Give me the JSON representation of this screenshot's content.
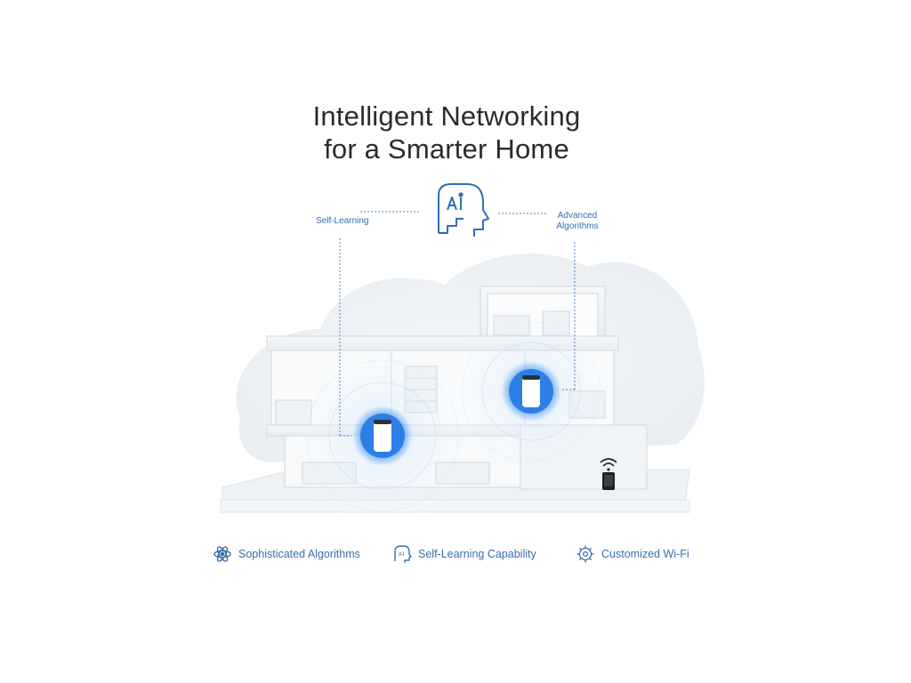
{
  "title": {
    "line1": "Intelligent Networking",
    "line2": "for a Smarter Home"
  },
  "callouts": {
    "left": "Self-Learning",
    "right_line1": "Advanced",
    "right_line2": "Algorithms"
  },
  "ai_badge": {
    "icon": "ai-head-icon",
    "text": "AI"
  },
  "features": [
    {
      "icon": "atom-icon",
      "label": "Sophisticated Algorithms"
    },
    {
      "icon": "ai-chip-icon",
      "label": "Self-Learning Capability"
    },
    {
      "icon": "gear-network-icon",
      "label": "Customized Wi-Fi"
    }
  ],
  "colors": {
    "accent": "#2f6fb5",
    "feature_text": "#3b6fa8",
    "title_text": "#2b2b2b",
    "signal_glow": "#5aa8ff"
  }
}
